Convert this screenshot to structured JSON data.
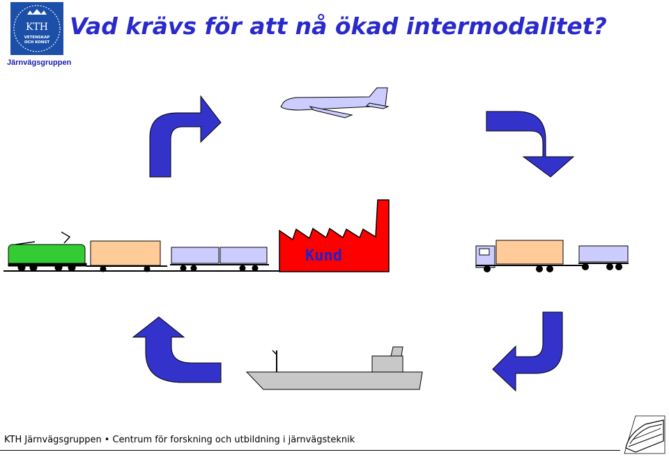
{
  "header": {
    "title": "Vad krävs för att nå ökad intermodalitet?",
    "group_name": "Järnvägsgruppen",
    "logo": {
      "line1": "KTH",
      "line2": "VETENSKAP",
      "line3": "OCH KONST"
    }
  },
  "diagram": {
    "center_label": "Kund",
    "colors": {
      "arrow": "#3333cc",
      "factory": "#ff0000",
      "wagon_blue": "#ccccff",
      "wagon_orange": "#ffcc99",
      "locomotive": "#33cc33",
      "ship": "#c8c8c8"
    },
    "icons": [
      "airplane-icon",
      "train-icon",
      "factory-icon",
      "truck-icon",
      "ship-icon"
    ]
  },
  "footer": {
    "left": "KTH Järnvägsgruppen",
    "separator": "•",
    "right": "Centrum för forskning och utbildning i järnvägsteknik"
  }
}
